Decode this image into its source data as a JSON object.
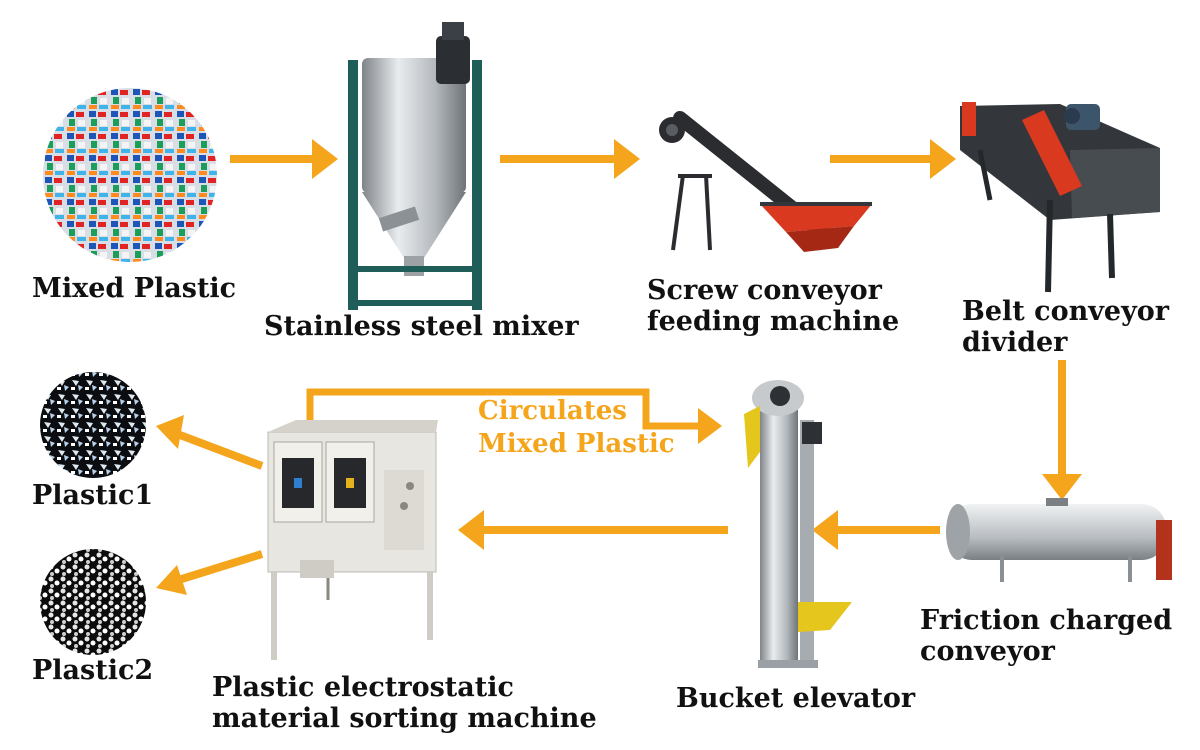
{
  "colors": {
    "arrow": "#f5a51c",
    "text": "#111111",
    "orange_text": "#f5a51c",
    "background": "#ffffff"
  },
  "stages": {
    "mixed_plastic": "Mixed Plastic",
    "mixer": "Stainless steel mixer",
    "screw_conveyor": [
      "Screw conveyor",
      "feeding machine"
    ],
    "belt_conveyor": [
      "Belt conveyor",
      "divider"
    ],
    "friction_conveyor": [
      "Friction charged",
      "conveyor"
    ],
    "bucket_elevator": "Bucket elevator",
    "sorter": [
      "Plastic electrostatic",
      "material sorting machine"
    ],
    "plastic1": "Plastic1",
    "plastic2": "Plastic2"
  },
  "loop_label": [
    "Circulates",
    "Mixed Plastic"
  ]
}
